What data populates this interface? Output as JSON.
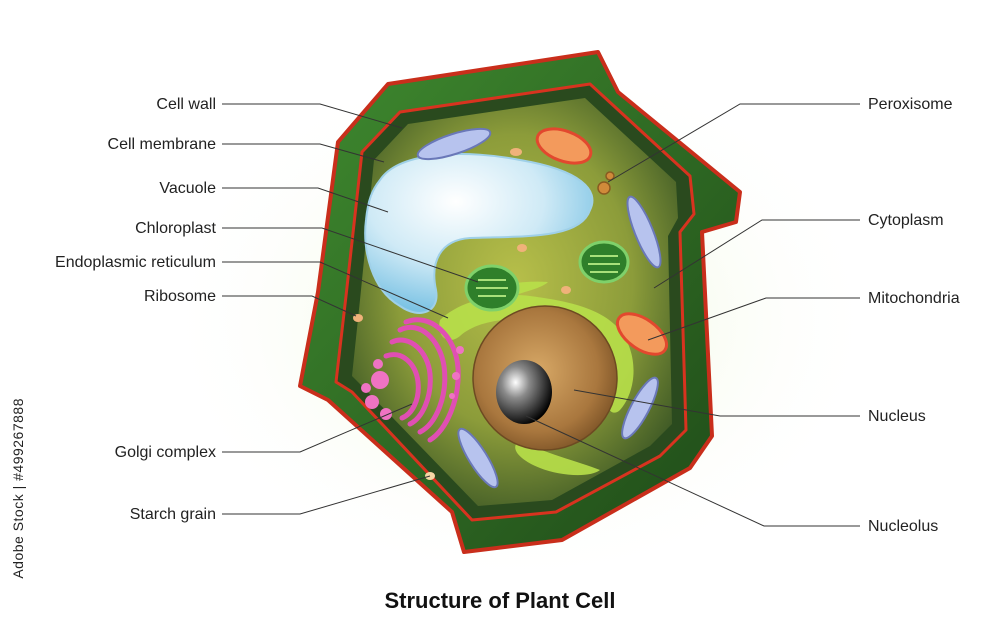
{
  "title": "Structure of Plant Cell",
  "watermark": "Adobe Stock | #499267888",
  "labels_left": [
    "Cell wall",
    "Cell membrane",
    "Vacuole",
    "Chloroplast",
    "Endoplasmic reticulum",
    "Ribosome",
    "Golgi complex",
    "Starch grain"
  ],
  "labels_right": [
    "Peroxisome",
    "Cytoplasm",
    "Mitochondria",
    "Nucleus",
    "Nucleolus"
  ],
  "colors": {
    "cell_wall": "#2f6b24",
    "membrane": "#d8331f",
    "cytoplasm": "#8fa33a",
    "vacuole": "#bfe3f3",
    "nucleus": "#a9773e",
    "golgi": "#e04fb3",
    "chloroplast": "#3f9a38",
    "mitochondria": "#f39a5c"
  }
}
